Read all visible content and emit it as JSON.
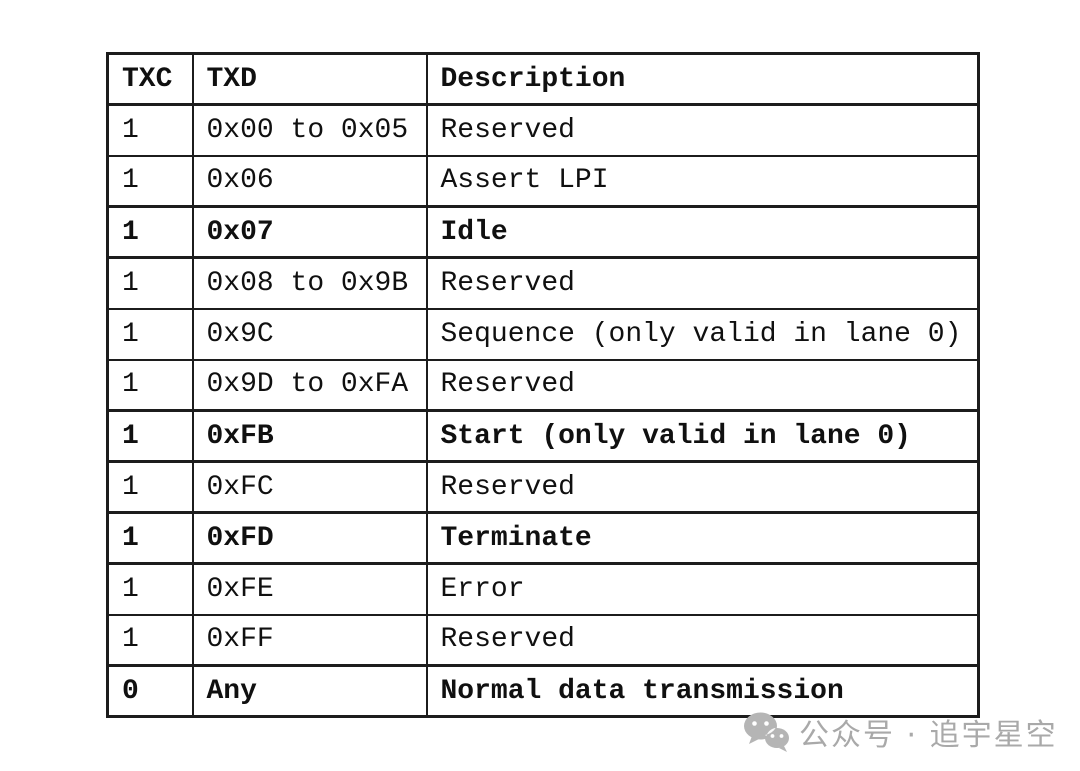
{
  "table": {
    "headers": [
      "TXC",
      "TXD",
      "Description"
    ],
    "rows": [
      {
        "txc": "1",
        "txd": "0x00 to 0x05",
        "desc": "Reserved",
        "bold": false
      },
      {
        "txc": "1",
        "txd": "0x06",
        "desc": "Assert LPI",
        "bold": false
      },
      {
        "txc": "1",
        "txd": "0x07",
        "desc": "Idle",
        "bold": true
      },
      {
        "txc": "1",
        "txd": "0x08 to 0x9B",
        "desc": "Reserved",
        "bold": false
      },
      {
        "txc": "1",
        "txd": "0x9C",
        "desc": "Sequence (only valid in lane 0)",
        "bold": false
      },
      {
        "txc": "1",
        "txd": "0x9D to 0xFA",
        "desc": "Reserved",
        "bold": false
      },
      {
        "txc": "1",
        "txd": "0xFB",
        "desc": "Start (only valid in lane 0)",
        "bold": true
      },
      {
        "txc": "1",
        "txd": "0xFC",
        "desc": "Reserved",
        "bold": false
      },
      {
        "txc": "1",
        "txd": "0xFD",
        "desc": "Terminate",
        "bold": true
      },
      {
        "txc": "1",
        "txd": "0xFE",
        "desc": "Error",
        "bold": false
      },
      {
        "txc": "1",
        "txd": "0xFF",
        "desc": "Reserved",
        "bold": false
      },
      {
        "txc": "0",
        "txd": "Any",
        "desc": "Normal data transmission",
        "bold": true
      }
    ]
  },
  "watermark": {
    "icon": "wechat-icon",
    "text": "公众号 · 追宇星空"
  },
  "colors": {
    "border": "#1c1c1c",
    "text": "#101010",
    "watermark_text": "#a9a9a9",
    "watermark_icon": "#b5b5b5",
    "background": "#ffffff"
  }
}
